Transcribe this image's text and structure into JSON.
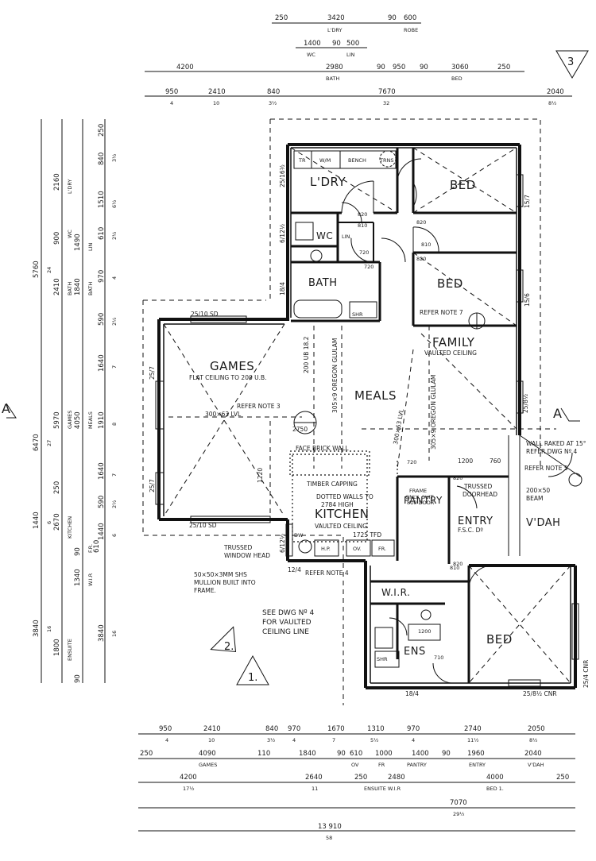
{
  "rooms": {
    "laundry": "L'DRY",
    "bed_top": "BED",
    "wc": "WC",
    "bath": "BATH",
    "bed_mid": "BED",
    "games": "GAMES",
    "meals": "MEALS",
    "family": "FAMILY",
    "kitchen": "KITCHEN",
    "pantry": "PANTRY",
    "entry": "ENTRY",
    "vdah": "V'DAH",
    "wir": "W.I.R.",
    "ens": "ENS",
    "bed_main": "BED"
  },
  "notes": {
    "games_ceiling": "FLAT CEILING TO 200 U.B.",
    "family_ceiling": "VAULTED CEILING",
    "kitchen_ceiling": "VAULTED CEILING",
    "kitchen_tfd": "1725 TFD",
    "refer_note_3": "REFER NOTE 3",
    "refer_note_7": "REFER NOTE 7",
    "refer_note_4": "REFER NOTE 4",
    "refer_note_5": "REFER NOTE 5",
    "lvl_300": "300×63 LVL",
    "lvl_meals": "300×63 LVL",
    "oregon_1": "305×9 OREGON GLULAM",
    "oregon_2": "305×9 OREGON GLULAM",
    "ub_200": "200 UB 18.2",
    "face_brick": "FACE BRICK WALL",
    "timber_capping": "TIMBER CAPPING",
    "dotted_walls": "DOTTED WALLS TO",
    "dotted_walls_2": "2784 HIGH",
    "frame_only": "FRAME",
    "frame_only_2": "ONLY, SUIT",
    "frame_only_3": "810 DOOR",
    "trussed_doorhead": "TRUSSED",
    "trussed_doorhead_2": "DOORHEAD",
    "fsc": "F.S.C. Dº",
    "wall_raked": "WALL RAKED AT 15°",
    "refer_dwg4": "REFER DWG Nº 4",
    "beam": "200×50",
    "beam_2": "BEAM",
    "trussed_window": "TRUSSED",
    "trussed_window_2": "WINDOW HEAD",
    "mullion": "50×50×3MM SHS",
    "mullion_2": "MULLION BUILT INTO",
    "mullion_3": "FRAME.",
    "see_dwg": "SEE DWG Nº 4",
    "see_dwg_2": "FOR VAULTED",
    "see_dwg_3": "CEILING LINE",
    "dim_2750": "2750",
    "dim_1220": "1220",
    "dim_1200": "1200",
    "dim_760": "760",
    "dim_720": "720",
    "dim_810": "810",
    "dim_710": "710",
    "dim_1200_ens": "1200",
    "bath_note": "SHR",
    "ens_shr": "SHR"
  },
  "fixtures": {
    "tr": "TR",
    "wm": "W/M",
    "bench": "BENCH",
    "trns": "TRNS",
    "lin": "LIN.",
    "hp": "H.P.",
    "ov": "OV.",
    "fr": "FR.",
    "dw": "DW"
  },
  "door_sizes": [
    "820",
    "810",
    "820",
    "820",
    "720",
    "720",
    "820",
    "820",
    "810"
  ],
  "wall_tags": {
    "left_top": "25/7",
    "left_bottom": "25/7",
    "games_top": "25/10 SD",
    "games_bottom": "25/10 SD",
    "bed_right_1": "15/7",
    "bed_right_2": "15/6",
    "family_right": "25/8½",
    "bottom_right": "25/8½ CNR",
    "right_cnr": "25/4 CNR",
    "ens_bottom": "18/4",
    "bath_left": "18/4",
    "top_left": "25/16½",
    "wc_left": "6/12½",
    "kitchen_side": "6/12½",
    "window_12": "12/4"
  },
  "top_dims": {
    "row1": [
      {
        "v": "250"
      },
      {
        "v": "3420",
        "s": "L'DRY"
      },
      {
        "v": "90"
      },
      {
        "v": "600",
        "s": "ROBE"
      }
    ],
    "row2": [
      {
        "v": "1400",
        "s": "WC"
      },
      {
        "v": "90"
      },
      {
        "v": "500",
        "s": "LIN"
      }
    ],
    "row3": [
      {
        "v": "4200"
      },
      {
        "v": "2980",
        "s": "BATH"
      },
      {
        "v": "90"
      },
      {
        "v": "950"
      },
      {
        "v": "90"
      },
      {
        "v": "3060",
        "s": "BED"
      },
      {
        "v": "250"
      }
    ],
    "row4": [
      {
        "v": "950",
        "s": "4"
      },
      {
        "v": "2410",
        "s": "10"
      },
      {
        "v": "840",
        "s": "3½"
      },
      {
        "v": "7670",
        "s": "32"
      },
      {
        "v": "2040",
        "s": "8½"
      }
    ]
  },
  "left_dims": {
    "col1": [
      {
        "v": "5760",
        "s": "24"
      },
      {
        "v": "6470",
        "s": "27"
      },
      {
        "v": "1440",
        "s": "6"
      },
      {
        "v": "3840",
        "s": "16"
      }
    ],
    "col2": [
      {
        "v": "2160",
        "s": "L'DRY"
      },
      {
        "v": "900",
        "s": "WC"
      },
      {
        "v": "2410",
        "s": "BATH"
      },
      {
        "v": "5970",
        "s": "GAMES"
      },
      {
        "v": "250"
      },
      {
        "v": "2670",
        "s": "KITCHEN"
      },
      {
        "v": "1800",
        "s": "ENSUITE"
      }
    ],
    "col3": [
      {
        "v": "1490",
        "s": "LIN"
      },
      {
        "v": "1840",
        "s": "BATH"
      },
      {
        "v": "4050",
        "s": "MEALS"
      },
      {
        "v": "90"
      },
      {
        "v": "1340",
        "s": "W.I.R"
      },
      {
        "v": "90"
      }
    ],
    "col4": [
      {
        "v": "250"
      },
      {
        "v": "840",
        "s": "3½"
      },
      {
        "v": "1510",
        "s": "6½"
      },
      {
        "v": "610",
        "s": "2½"
      },
      {
        "v": "970",
        "s": "4"
      },
      {
        "v": "590",
        "s": "2½"
      },
      {
        "v": "1640",
        "s": "7"
      },
      {
        "v": "1910",
        "s": "8"
      },
      {
        "v": "1640",
        "s": "7"
      },
      {
        "v": "590",
        "s": "2½"
      },
      {
        "v": "1440",
        "s": "6"
      },
      {
        "v": "610",
        "s": "F.R."
      },
      {
        "v": "3840",
        "s": "16"
      }
    ]
  },
  "bottom_dims": {
    "row1": [
      {
        "v": "950",
        "s": "4"
      },
      {
        "v": "2410",
        "s": "10"
      },
      {
        "v": "840",
        "s": "3½"
      },
      {
        "v": "970",
        "s": "4"
      },
      {
        "v": "1670",
        "s": "7"
      },
      {
        "v": "1310",
        "s": "5½"
      },
      {
        "v": "970",
        "s": "4"
      },
      {
        "v": "2740",
        "s": "11½"
      },
      {
        "v": "2050",
        "s": "8½"
      }
    ],
    "row2": [
      {
        "v": "250"
      },
      {
        "v": "4090",
        "s": "GAMES"
      },
      {
        "v": "110"
      },
      {
        "v": "1840"
      },
      {
        "v": "90"
      },
      {
        "v": "610",
        "s": "OV"
      },
      {
        "v": "1000",
        "s": "FR"
      },
      {
        "v": "1400",
        "s": "PANTRY"
      },
      {
        "v": "90"
      },
      {
        "v": "1960",
        "s": "ENTRY"
      },
      {
        "v": "2040",
        "s": "V'DAH"
      }
    ],
    "row3": [
      {
        "v": "4200",
        "s": "17½"
      },
      {
        "v": "2640",
        "s": "11"
      },
      {
        "v": "250"
      },
      {
        "v": "2480",
        "s": "ENSUITE  W.I.R"
      },
      {
        "v": "4000",
        "s": "BED 1."
      },
      {
        "v": "250"
      }
    ],
    "row4": [
      {
        "v": "7070",
        "s": "29½"
      }
    ],
    "row5": [
      {
        "v": "13 910",
        "s": "58"
      }
    ]
  },
  "section_markers": {
    "left": "A",
    "right": "A"
  },
  "elevation_markers": {
    "one": "1.",
    "two": "2.",
    "three": "3"
  }
}
